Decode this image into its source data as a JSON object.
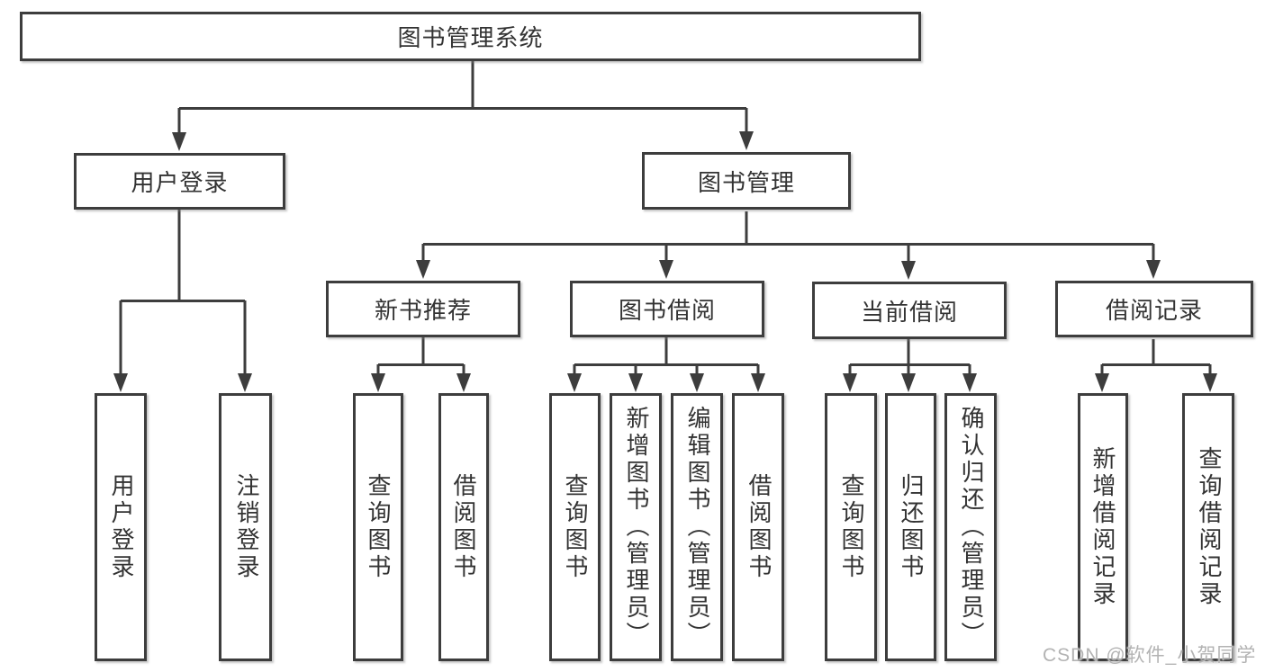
{
  "colors": {
    "line": "#3d3d3d",
    "box_fill": "#ffffff",
    "text": "#333333",
    "watermark": "#b3b3b3"
  },
  "watermark": "CSDN @软件_小贺同学",
  "tree": {
    "root": {
      "label": "图书管理系统"
    },
    "login": {
      "label": "用户登录",
      "children": [
        {
          "label": "用户登录"
        },
        {
          "label": "注销登录"
        }
      ]
    },
    "mgmt": {
      "label": "图书管理"
    },
    "newbook": {
      "label": "新书推荐",
      "children": [
        {
          "label": "查询图书"
        },
        {
          "label": "借阅图书"
        }
      ]
    },
    "borrow": {
      "label": "图书借阅",
      "children": [
        {
          "label": "查询图书"
        },
        {
          "label": "新增图书（管理员）"
        },
        {
          "label": "编辑图书（管理员）"
        },
        {
          "label": "借阅图书"
        }
      ]
    },
    "current": {
      "label": "当前借阅",
      "children": [
        {
          "label": "查询图书"
        },
        {
          "label": "归还图书"
        },
        {
          "label": "确认归还（管理员）"
        }
      ]
    },
    "record": {
      "label": "借阅记录",
      "children": [
        {
          "label": "新增借阅记录"
        },
        {
          "label": "查询借阅记录"
        }
      ]
    }
  }
}
